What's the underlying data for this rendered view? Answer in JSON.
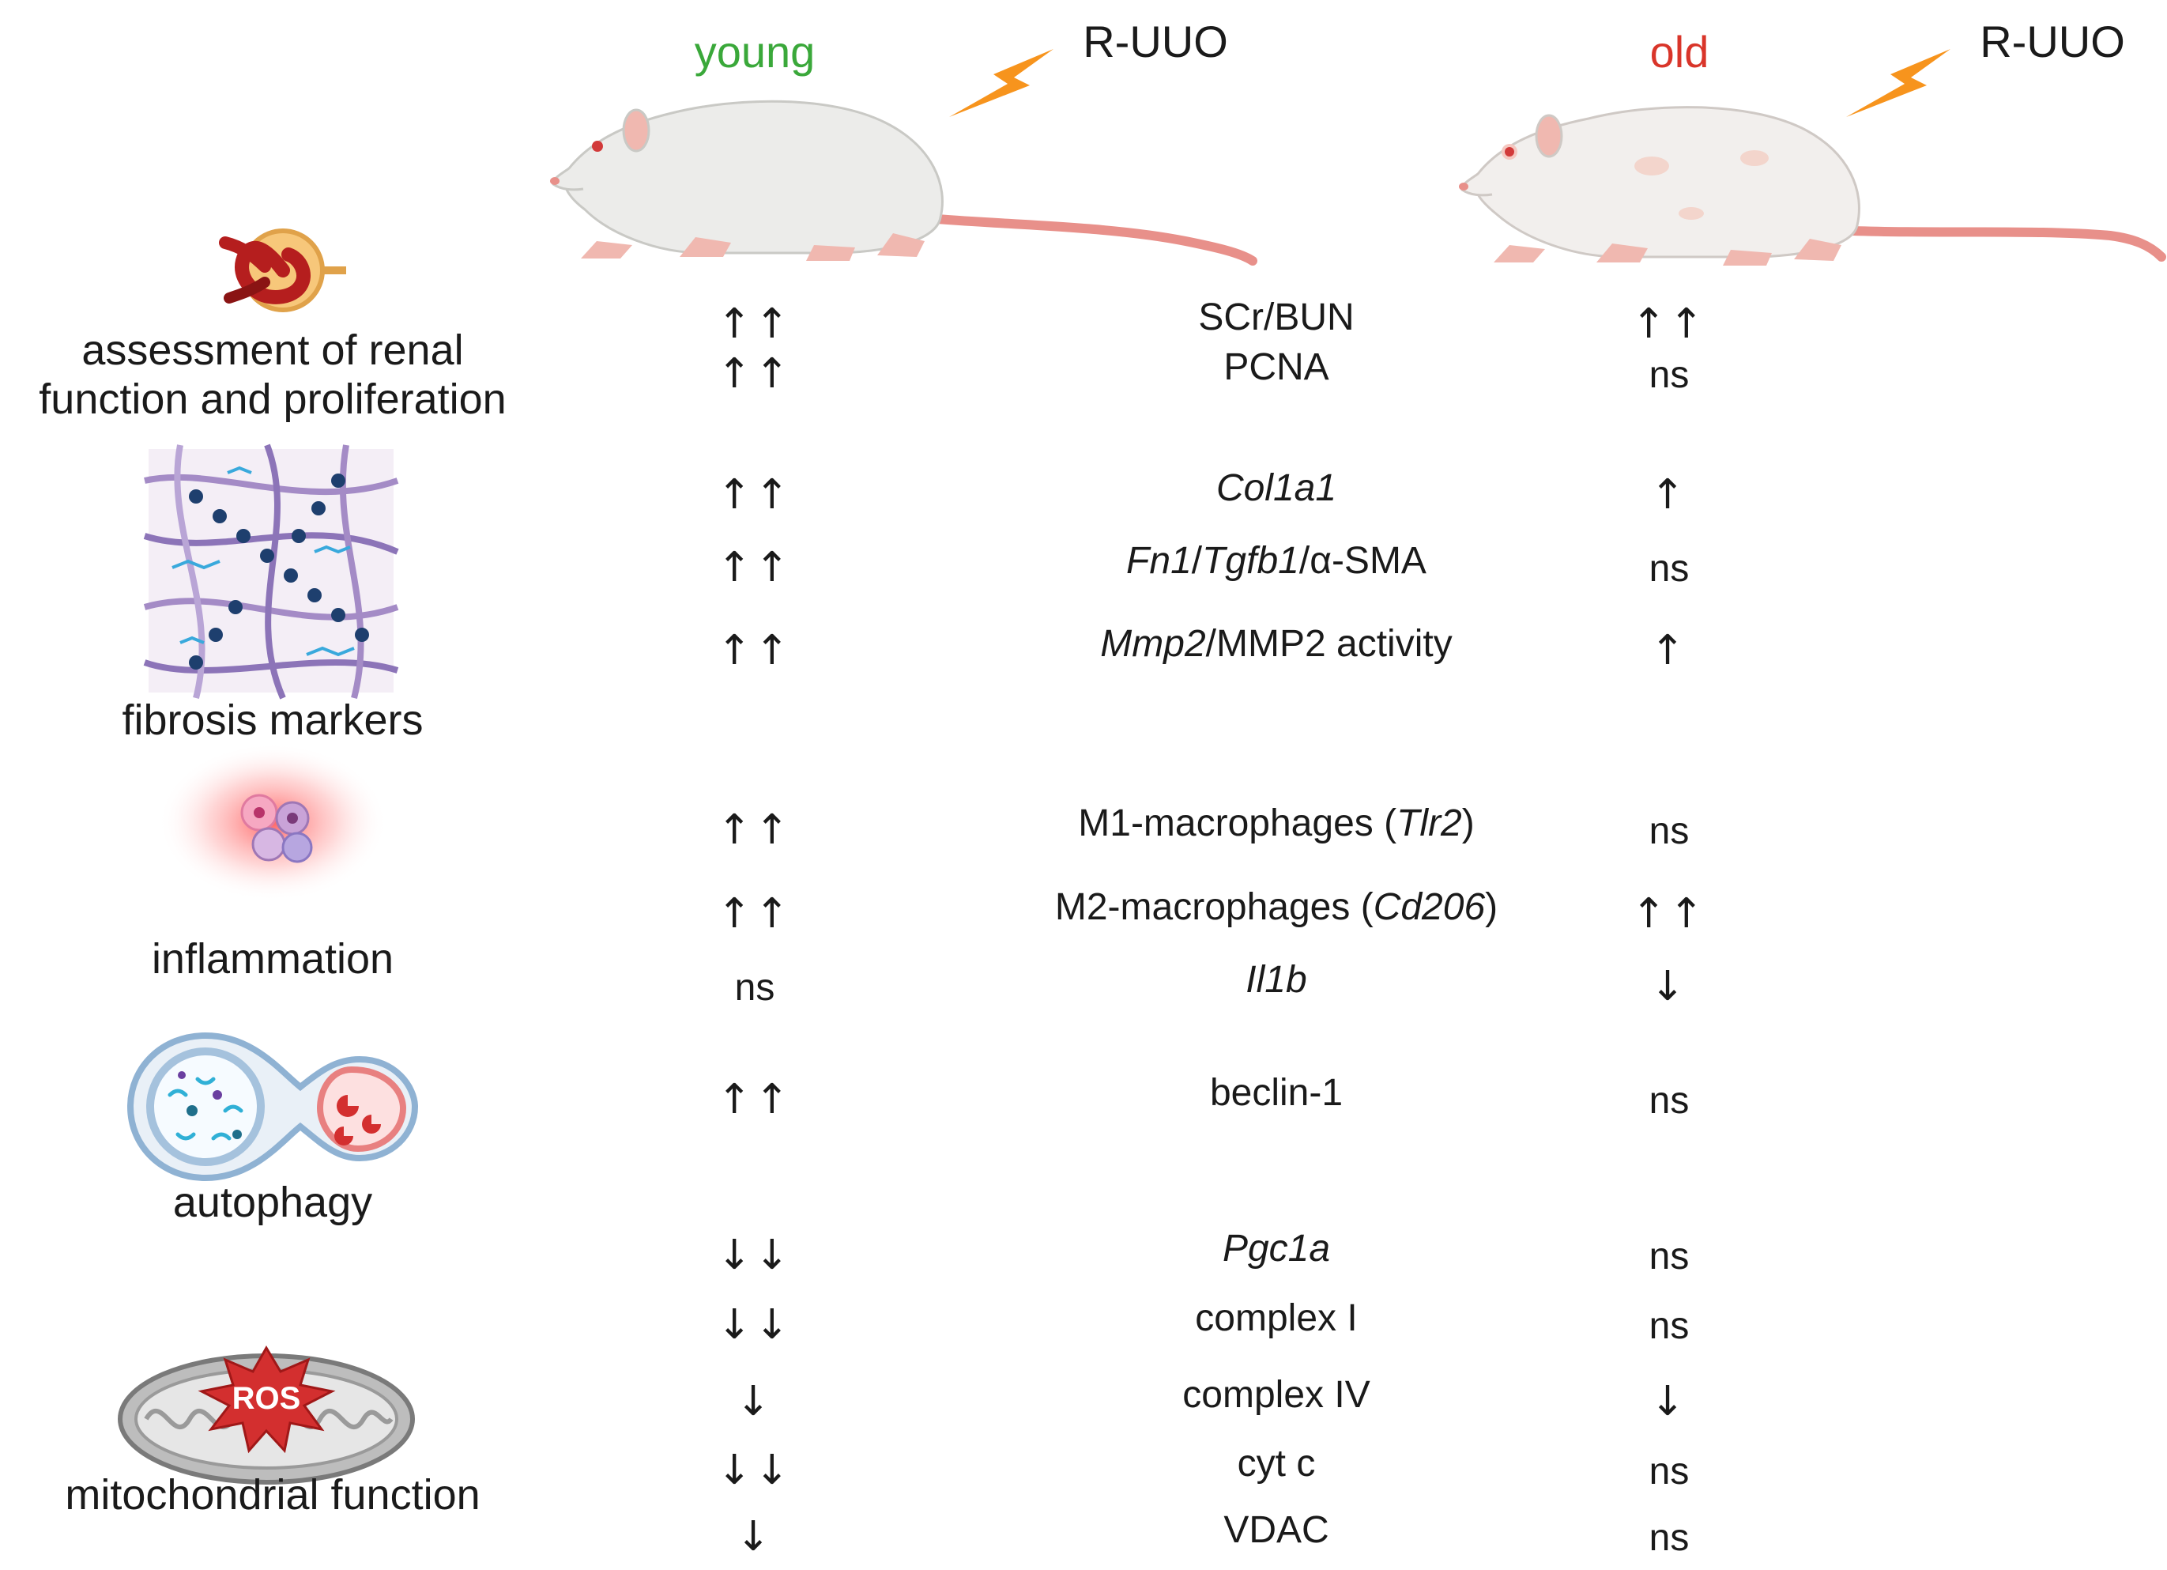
{
  "header": {
    "young_label": "young",
    "old_label": "old",
    "intervention_young": "R-UUO",
    "intervention_old": "R-UUO",
    "young_color": "#3aa83a",
    "old_color": "#d9352a",
    "lightning_color": "#f7941d"
  },
  "categories": [
    {
      "id": "renal",
      "lines": [
        "assessment of renal",
        "function and proliferation"
      ],
      "icon": "kidney-glomerulus-icon"
    },
    {
      "id": "fibrosis",
      "lines": [
        "fibrosis markers"
      ],
      "icon": "collagen-fibers-icon"
    },
    {
      "id": "inflammation",
      "lines": [
        "inflammation"
      ],
      "icon": "immune-cells-icon"
    },
    {
      "id": "autophagy",
      "lines": [
        "autophagy"
      ],
      "icon": "autophagosome-lysosome-icon"
    },
    {
      "id": "mito",
      "lines": [
        "mitochondrial function"
      ],
      "icon": "mitochondrion-ros-icon"
    }
  ],
  "ros_label": "ROS",
  "rows": [
    {
      "marker": [
        {
          "t": "SCr/BUN"
        }
      ],
      "young": "↑↑",
      "old": "↑↑"
    },
    {
      "marker": [
        {
          "t": "PCNA"
        }
      ],
      "young": "↑↑",
      "old": "ns"
    },
    {
      "marker": [
        {
          "t": "Col1a1",
          "i": true
        }
      ],
      "young": "↑↑",
      "old": "↑"
    },
    {
      "marker": [
        {
          "t": "Fn1",
          "i": true
        },
        {
          "t": "/"
        },
        {
          "t": "Tgfb1",
          "i": true
        },
        {
          "t": "/α-SMA"
        }
      ],
      "young": "↑↑",
      "old": "ns"
    },
    {
      "marker": [
        {
          "t": "Mmp2",
          "i": true
        },
        {
          "t": "/MMP2 activity"
        }
      ],
      "young": "↑↑",
      "old": "↑"
    },
    {
      "marker": [
        {
          "t": "M1-macrophages ("
        },
        {
          "t": "Tlr2",
          "i": true
        },
        {
          "t": ")"
        }
      ],
      "young": "↑↑",
      "old": "ns"
    },
    {
      "marker": [
        {
          "t": "M2-macrophages ("
        },
        {
          "t": "Cd206",
          "i": true
        },
        {
          "t": ")"
        }
      ],
      "young": "↑↑",
      "old": "↑↑"
    },
    {
      "marker": [
        {
          "t": "Il1b",
          "i": true
        }
      ],
      "young": "ns",
      "old": "↓"
    },
    {
      "marker": [
        {
          "t": "beclin-1"
        }
      ],
      "young": "↑↑",
      "old": "ns"
    },
    {
      "marker": [
        {
          "t": "Pgc1a",
          "i": true
        }
      ],
      "young": "↓↓",
      "old": "ns"
    },
    {
      "marker": [
        {
          "t": "complex I"
        }
      ],
      "young": "↓↓",
      "old": "ns"
    },
    {
      "marker": [
        {
          "t": "complex IV"
        }
      ],
      "young": "↓",
      "old": "↓"
    },
    {
      "marker": [
        {
          "t": "cyt c"
        }
      ],
      "young": "↓↓",
      "old": "ns"
    },
    {
      "marker": [
        {
          "t": "VDAC"
        }
      ],
      "young": "↓",
      "old": "ns"
    }
  ]
}
